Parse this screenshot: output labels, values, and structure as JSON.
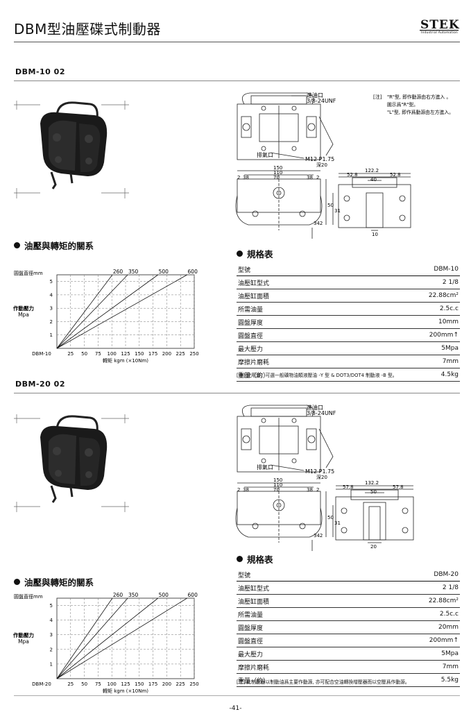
{
  "page": {
    "title": "DBM型油壓碟式制動器",
    "page_number": "-41-"
  },
  "logo": {
    "name": "STEK",
    "tagline": "Industrial Automation"
  },
  "models": [
    {
      "heading": "DBM-10  02",
      "chart_heading": "油壓與轉矩的關系",
      "spec_heading": "規格表",
      "drawing": {
        "inlet_label": "進油口",
        "inlet_thread": "3/8-24UNF",
        "bleed_label": "排氣口",
        "bolt_label": "M12 P1.75",
        "depth_label": "深20",
        "dim_150": "150",
        "dim_110": "110",
        "dim_70": "70",
        "dim_38a": "38",
        "dim_38b": "38",
        "dim_2a": "2",
        "dim_2b": "2",
        "dim_overall": "122.2",
        "dim_half_a": "52.8",
        "dim_half_b": "52.8",
        "dim_center": "40",
        "dim_bottom": "10",
        "dim_50": "50",
        "dim_31": "31",
        "dim_342": "342",
        "note_prefix": "[注]",
        "note_lines": [
          "\"R\"型, 即作動源由右方進入 。",
          "圖示爲\"R\"型。",
          "\"L\"型, 即作爲動源由左方進入。"
        ]
      },
      "chart_data": {
        "type": "line",
        "ylabel_top": "圓盤直徑mm",
        "ylabel": "作動壓力",
        "ylabel_unit": "Mpa",
        "xlabel": "轉矩  kgm (×10Nm)",
        "x_origin_label": "DBM-10",
        "x_ticks": [
          25,
          50,
          75,
          100,
          125,
          150,
          175,
          200,
          225,
          250
        ],
        "y_ticks": [
          1,
          2,
          3,
          4,
          5
        ],
        "xlim": [
          0,
          250
        ],
        "ylim": [
          0,
          5.5
        ],
        "series": [
          {
            "name": "260",
            "points": [
              [
                0,
                0
              ],
              [
                101,
                5.5
              ]
            ]
          },
          {
            "name": "350",
            "points": [
              [
                0,
                0
              ],
              [
                129,
                5.5
              ]
            ]
          },
          {
            "name": "500",
            "points": [
              [
                0,
                0
              ],
              [
                184,
                5.5
              ]
            ]
          },
          {
            "name": "600",
            "points": [
              [
                0,
                0
              ],
              [
                237,
                5.5
              ]
            ]
          }
        ]
      },
      "spec": {
        "rows": [
          {
            "label": "型號",
            "value": "DBM-10"
          },
          {
            "label": "油壓缸型式",
            "value": "2 1/8"
          },
          {
            "label": "油壓缸面積",
            "value": "22.88cm²"
          },
          {
            "label": "所需油量",
            "value": "2.5c.c"
          },
          {
            "label": "圓盤厚度",
            "value": "10mm"
          },
          {
            "label": "圓盤直徑",
            "value": "200mm↑"
          },
          {
            "label": "最大壓力",
            "value": "5Mpa"
          },
          {
            "label": "摩擦片磨耗",
            "value": "7mm"
          },
          {
            "label": "重量（約）",
            "value": "4.5kg"
          }
        ],
        "note": "[注]  使用油：可選一般礦物油類液壓油 -Y 型 & DOT3/DOT4 制動液 -B 型。"
      }
    },
    {
      "heading": "DBM-20  02",
      "chart_heading": "油壓與轉矩的關系",
      "spec_heading": "規格表",
      "drawing": {
        "inlet_label": "進油口",
        "inlet_thread": "3/8-24UNF",
        "bleed_label": "排氣口",
        "bolt_label": "M12 P1.75",
        "depth_label": "深20",
        "dim_150": "150",
        "dim_110": "110",
        "dim_70": "70",
        "dim_38a": "38",
        "dim_38b": "38",
        "dim_2a": "2",
        "dim_2b": "2",
        "dim_overall": "132.2",
        "dim_half_a": "57.8",
        "dim_half_b": "57.8",
        "dim_center": "50",
        "dim_bottom": "20",
        "dim_50": "50",
        "dim_31": "31",
        "dim_342": "342",
        "note_prefix": "",
        "note_lines": []
      },
      "chart_data": {
        "type": "line",
        "ylabel_top": "圓盤直徑mm",
        "ylabel": "作動壓力",
        "ylabel_unit": "Mpa",
        "xlabel": "轉矩  kgm (×10Nm)",
        "x_origin_label": "DBM-20",
        "x_ticks": [
          25,
          50,
          75,
          100,
          125,
          150,
          175,
          200,
          225,
          250
        ],
        "y_ticks": [
          1,
          2,
          3,
          4,
          5
        ],
        "xlim": [
          0,
          250
        ],
        "ylim": [
          0,
          5.5
        ],
        "series": [
          {
            "name": "260",
            "points": [
              [
                0,
                0
              ],
              [
                101,
                5.5
              ]
            ]
          },
          {
            "name": "350",
            "points": [
              [
                0,
                0
              ],
              [
                129,
                5.5
              ]
            ]
          },
          {
            "name": "500",
            "points": [
              [
                0,
                0
              ],
              [
                184,
                5.5
              ]
            ]
          },
          {
            "name": "600",
            "points": [
              [
                0,
                0
              ],
              [
                237,
                5.5
              ]
            ]
          }
        ]
      },
      "spec": {
        "rows": [
          {
            "label": "型號",
            "value": "DBM-20"
          },
          {
            "label": "油壓缸型式",
            "value": "2 1/8"
          },
          {
            "label": "油壓缸面積",
            "value": "22.88cm²"
          },
          {
            "label": "所需油量",
            "value": "2.5c.c"
          },
          {
            "label": "圓盤厚度",
            "value": "20mm"
          },
          {
            "label": "圓盤直徑",
            "value": "200mm↑"
          },
          {
            "label": "最大壓力",
            "value": "5Mpa"
          },
          {
            "label": "摩擦片磨耗",
            "value": "7mm"
          },
          {
            "label": "重量（約）",
            "value": "5.5kg"
          }
        ],
        "note": "[注]  此制動器以制動油爲主要作動源, 亦可配合空油轉換增壓器而以空壓爲作動源。"
      }
    }
  ]
}
